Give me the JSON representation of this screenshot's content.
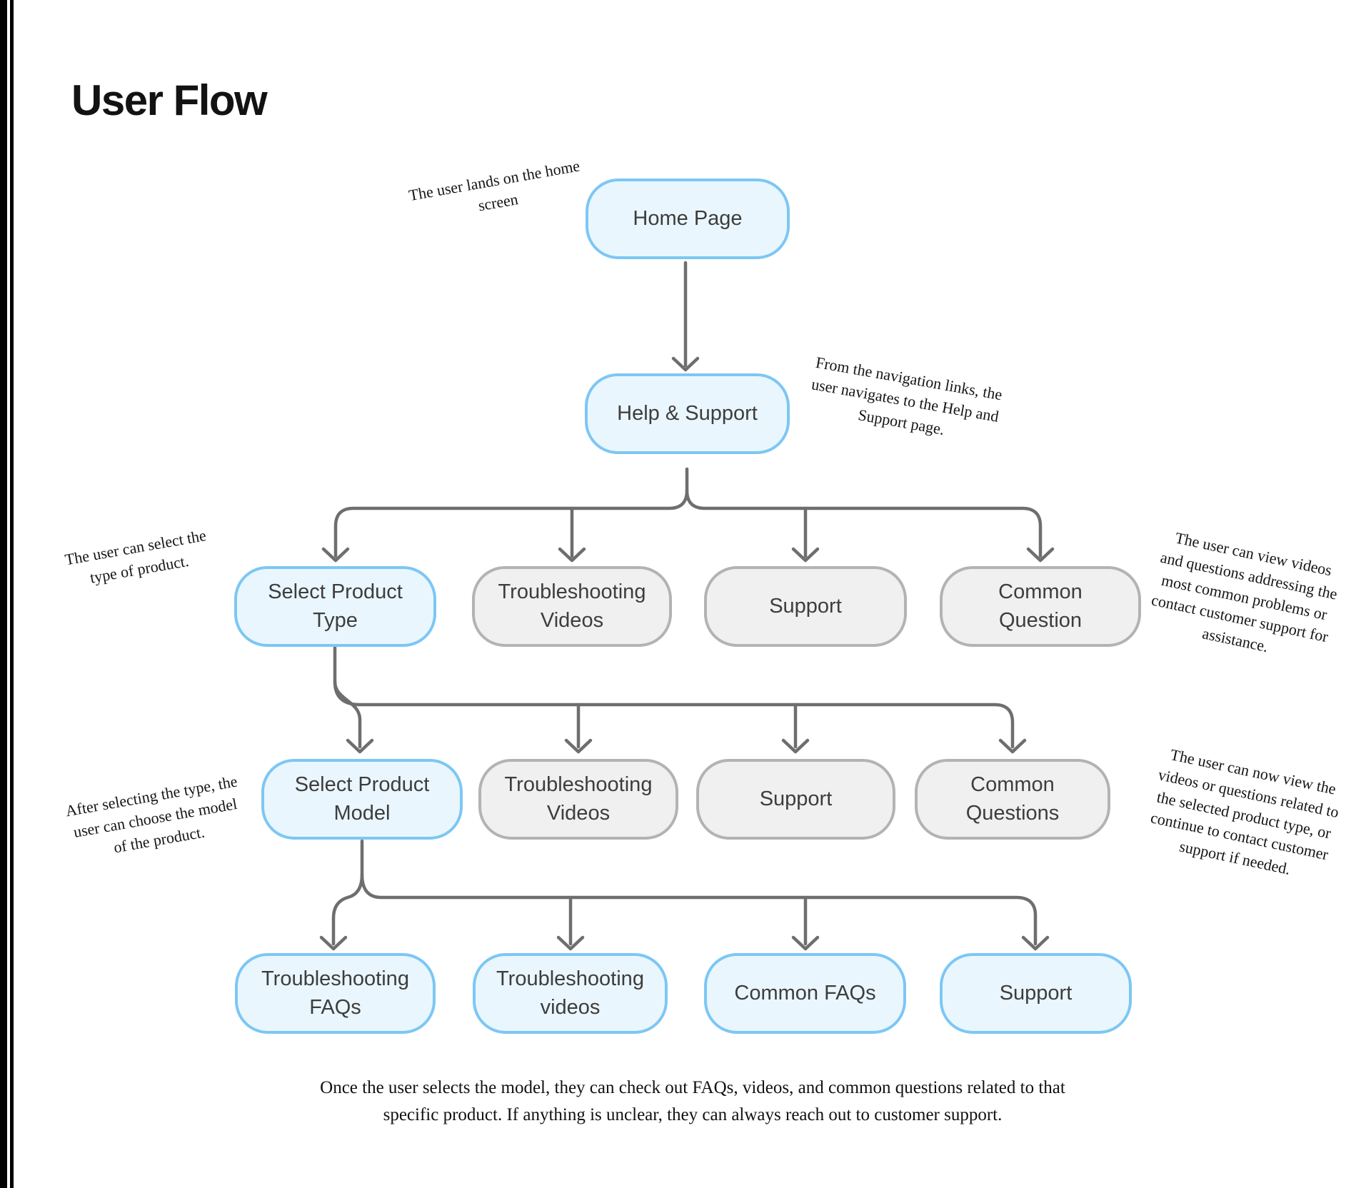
{
  "page": {
    "title": "User Flow"
  },
  "colors": {
    "blue_border": "#7cc7f4",
    "blue_fill": "#eaf6fd",
    "gray_border": "#b3b3b3",
    "gray_fill": "#f0f0f0",
    "connector": "#6e6e6e",
    "node_text": "#3d3d3d"
  },
  "nodes": {
    "home": {
      "label": "Home Page"
    },
    "help": {
      "label": "Help & Support"
    },
    "row2": [
      {
        "label": "Select Product Type"
      },
      {
        "label": "Troubleshooting Videos"
      },
      {
        "label": "Support"
      },
      {
        "label": "Common Question"
      }
    ],
    "row3": [
      {
        "label": "Select Product Model"
      },
      {
        "label": "Troubleshooting Videos"
      },
      {
        "label": "Support"
      },
      {
        "label": "Common Questions"
      }
    ],
    "row4": [
      {
        "label": "Troubleshooting FAQs"
      },
      {
        "label": "Troubleshooting videos"
      },
      {
        "label": "Common FAQs"
      },
      {
        "label": "Support"
      }
    ]
  },
  "annotations": {
    "home": "The user lands on the home screen",
    "help": "From the navigation links, the user navigates to the Help and Support page.",
    "row2_left": "The user can select the type of product.",
    "row2_right": "The user can view videos and questions addressing the most common problems or contact customer support for assistance.",
    "row3_left": "After selecting the type, the user can choose the model of the product.",
    "row3_right": "The user can now view the videos or questions related to the selected product type, or continue to contact customer support if needed.",
    "caption": "Once the user selects the model, they can check out FAQs, videos, and common questions related to that specific product. If anything is unclear, they can always reach out to customer support."
  }
}
